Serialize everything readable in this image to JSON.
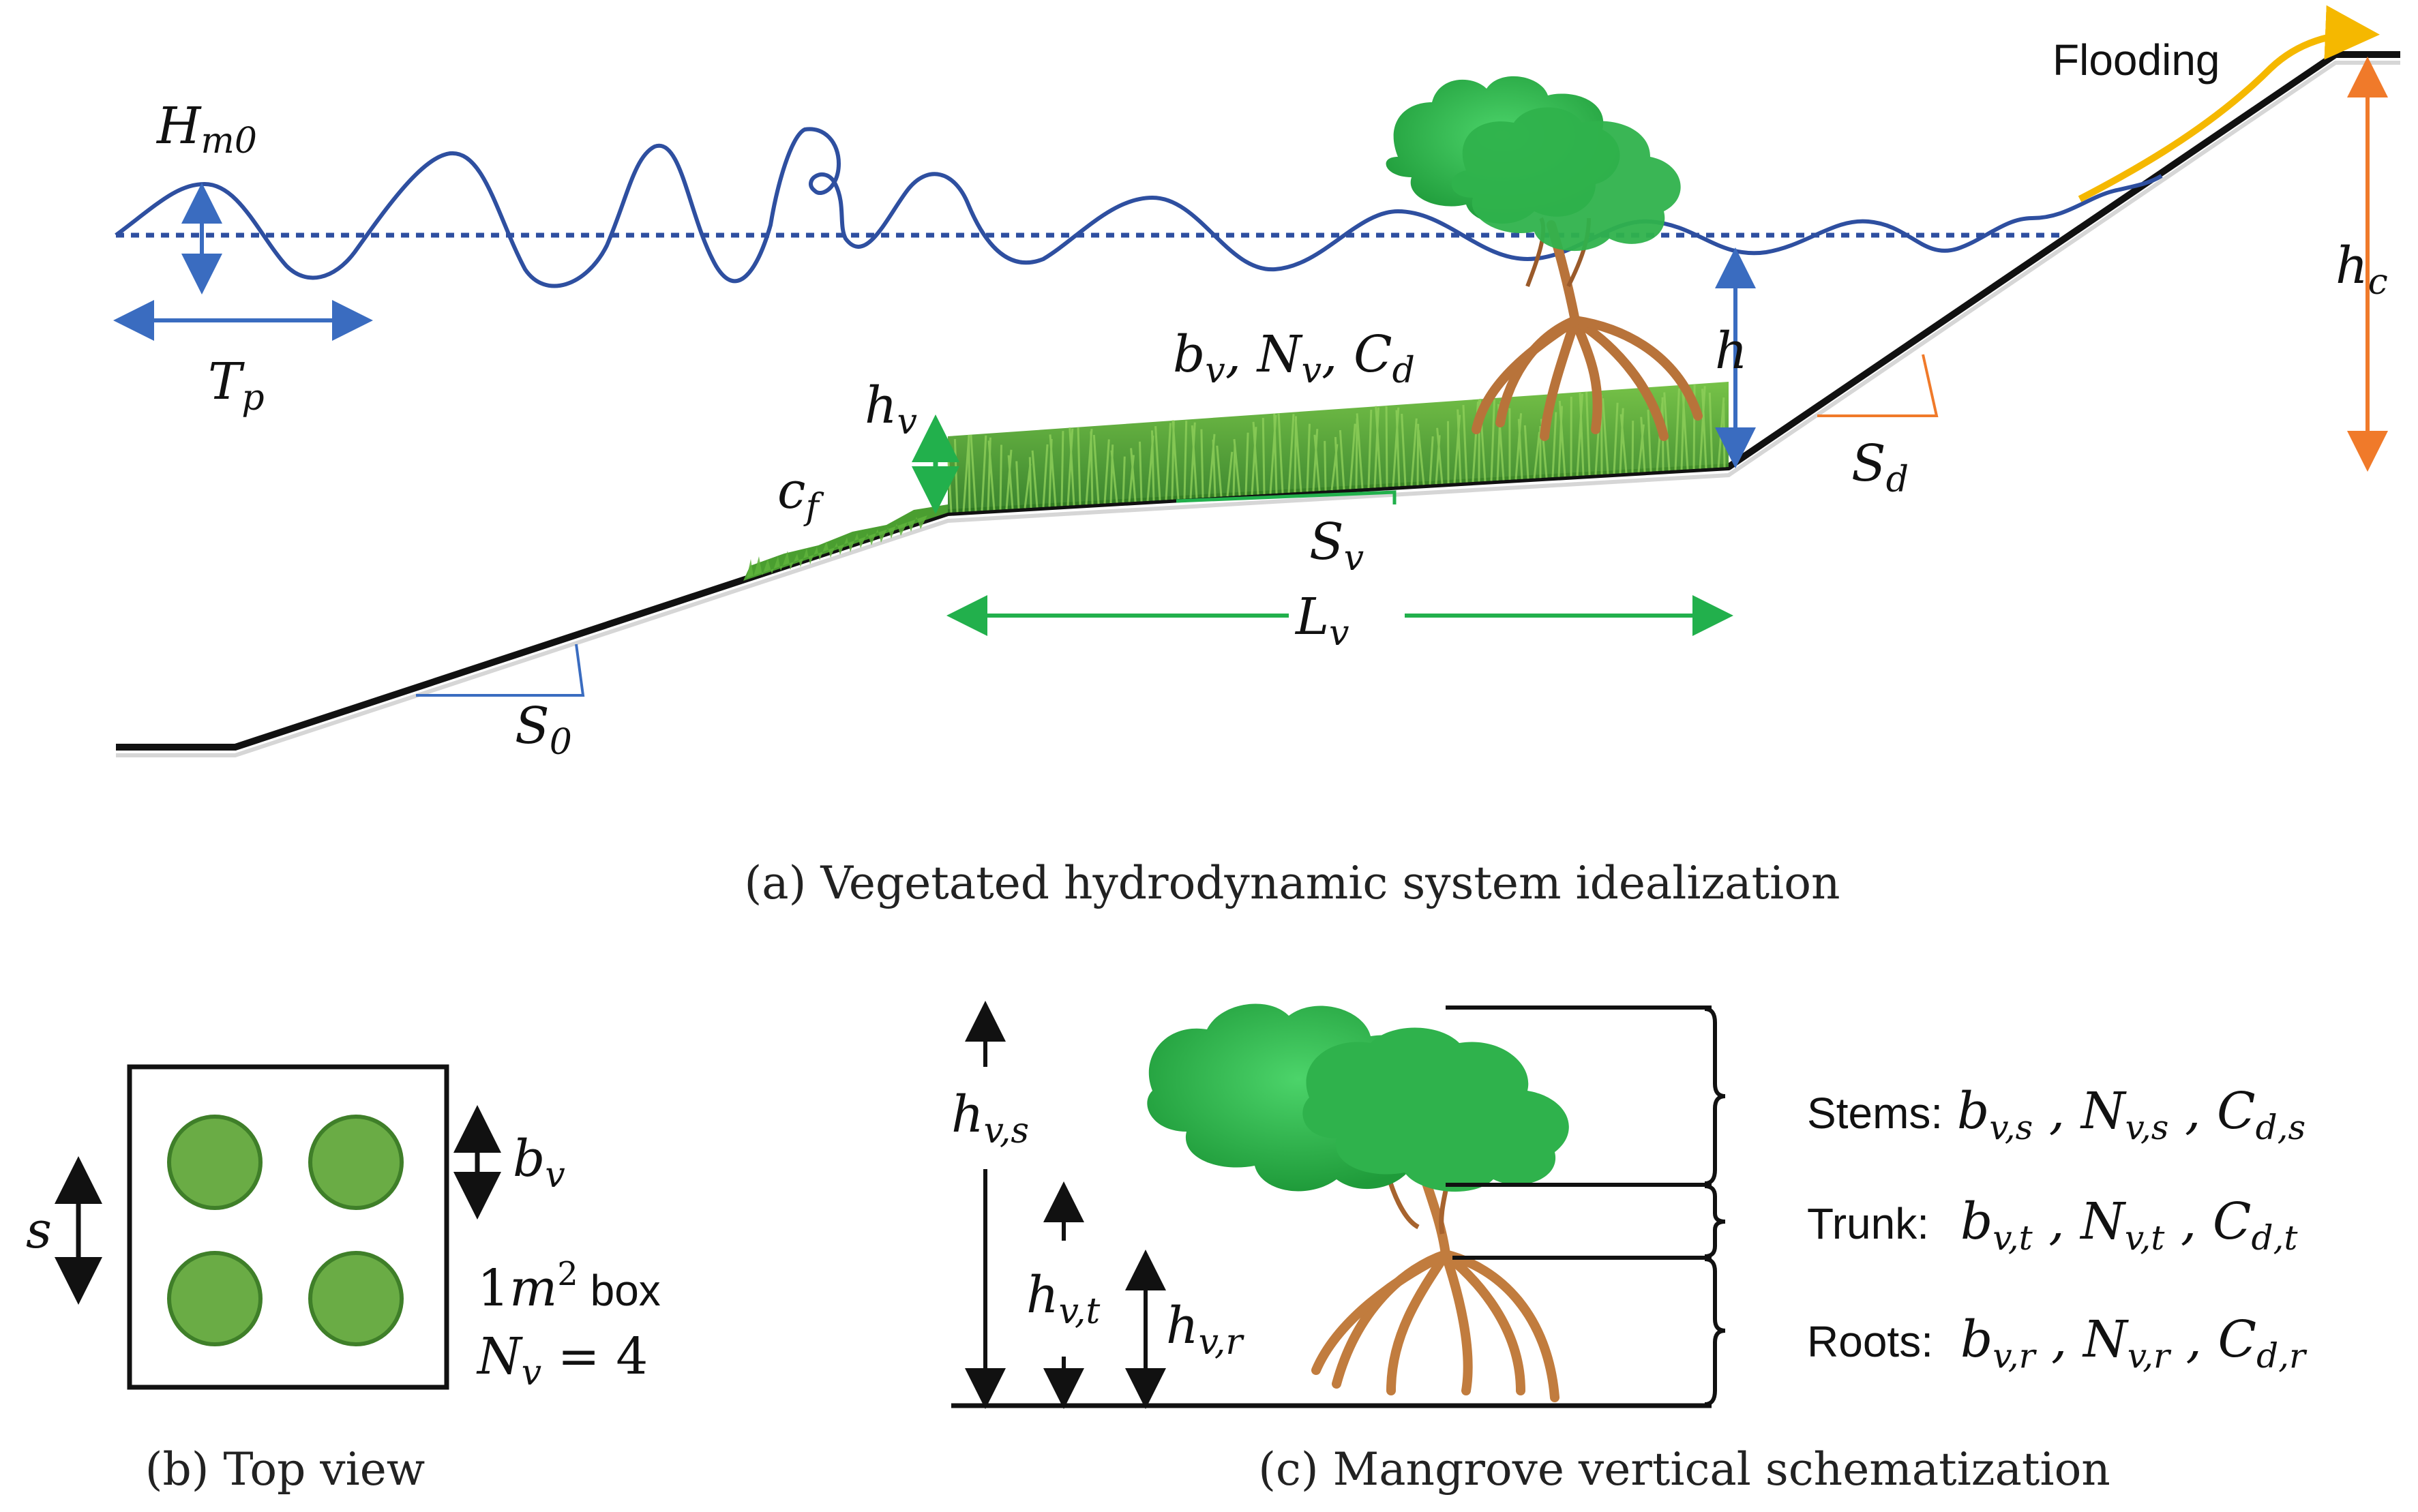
{
  "panel_a": {
    "caption": "(a) Vegetated hydrodynamic system idealization",
    "wave_height": "H_m0",
    "wave_period": "T_p",
    "veg_params": "b_v, N_v, C_d",
    "veg_height": "h_v",
    "water_depth": "h",
    "friction": "c_f",
    "veg_slope": "S_v",
    "veg_length": "L_v",
    "foreshore_slope": "S_0",
    "dike_slope": "S_d",
    "crest_height": "h_c",
    "flooding_label": "Flooding"
  },
  "panel_b": {
    "caption": "(b) Top view",
    "spacing": "s",
    "diameter": "b_v",
    "box_label": "1m² box",
    "density": "N_v = 4"
  },
  "panel_c": {
    "caption": "(c) Mangrove vertical schematization",
    "stem_height": "h_v,s",
    "trunk_height": "h_v,t",
    "root_height": "h_v,r",
    "stems": {
      "name": "Stems:",
      "params": "b_v,s , N_v,s , C_d,s"
    },
    "trunk": {
      "name": "Trunk:",
      "params": "b_v,t , N_v,t , C_d,t"
    },
    "roots": {
      "name": "Roots:",
      "params": "b_v,r , N_v,r , C_d,r"
    }
  },
  "colors": {
    "water": "#2e4fa0",
    "vegetation": "#2ea84a",
    "dike_slope": "#f07a2a",
    "flooding": "#f5b800",
    "ground": "#111111"
  }
}
